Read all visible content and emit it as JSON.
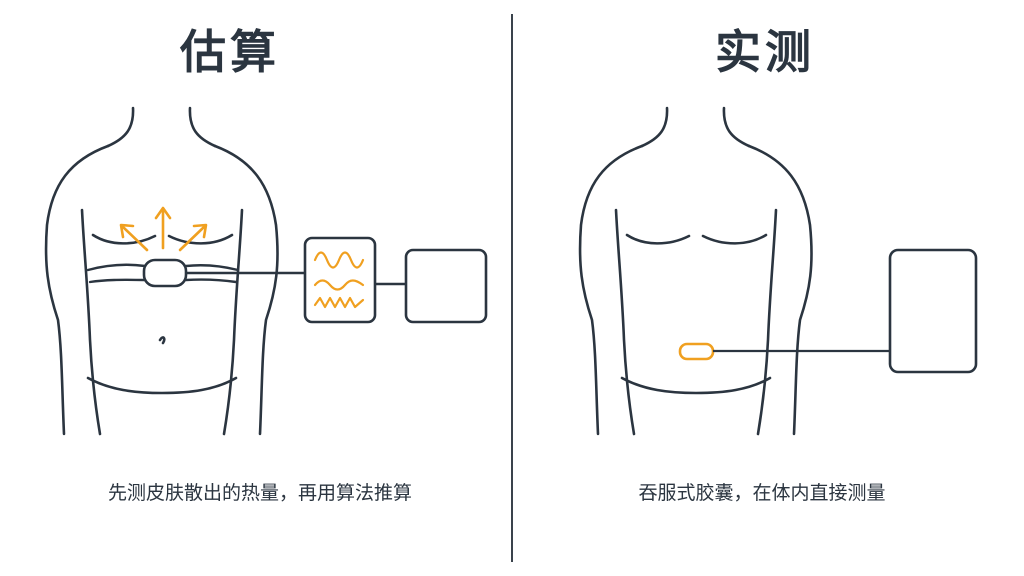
{
  "left_panel": {
    "title": "估算",
    "caption": "先测皮肤散出的热量，再用算法推算"
  },
  "right_panel": {
    "title": "实测",
    "caption": "吞服式胶囊，在体内直接测量"
  },
  "colors": {
    "outline": "#2b3540",
    "accent": "#f0a020",
    "background": "#ffffff"
  }
}
